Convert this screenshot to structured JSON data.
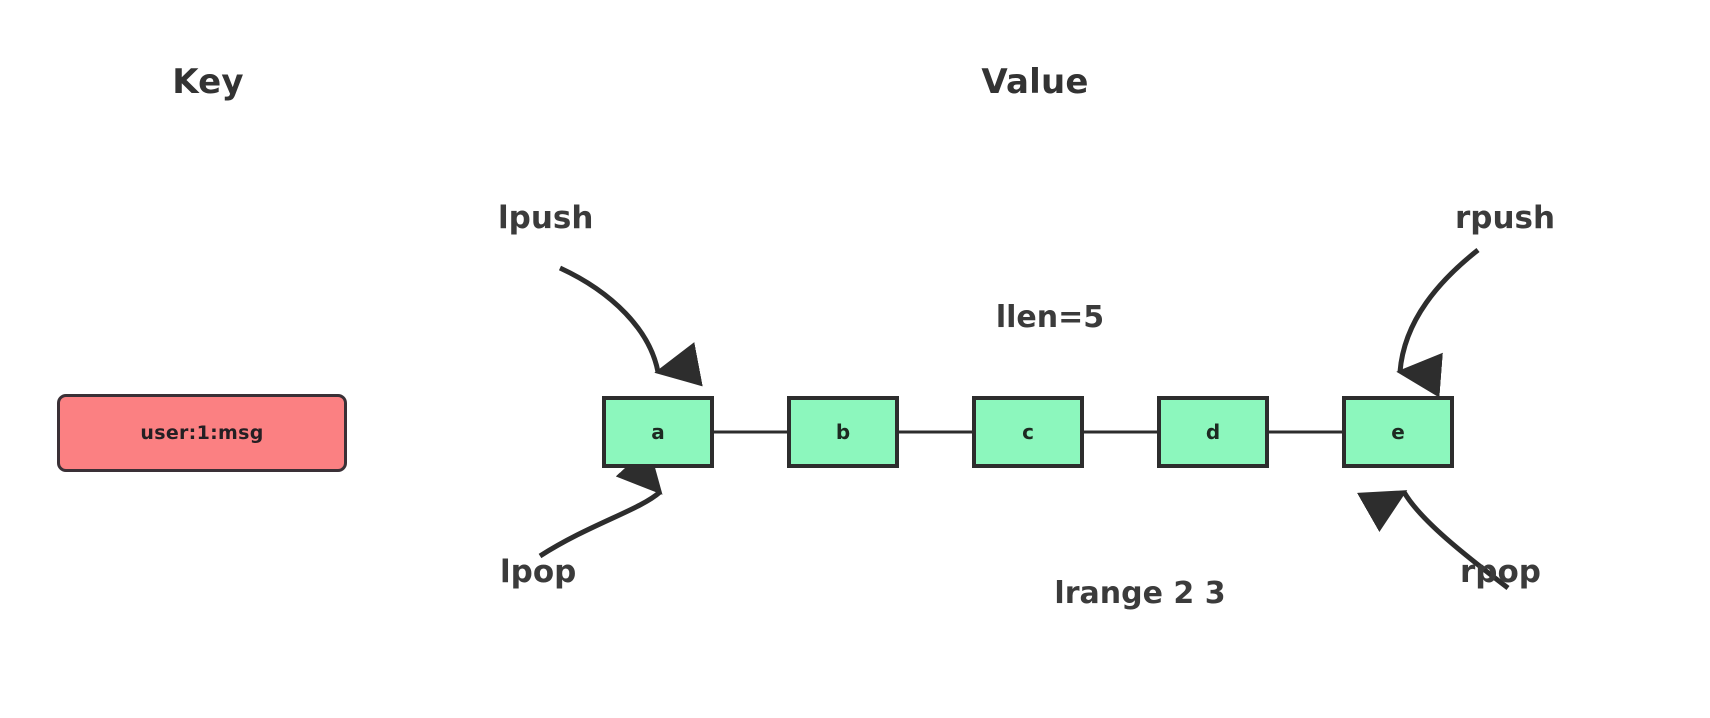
{
  "diagram": {
    "headers": {
      "key": "Key",
      "value": "Value"
    },
    "key_entry": {
      "label": "user:1:msg",
      "fill": "#fb8082",
      "stroke": "#3a3036"
    },
    "list": {
      "nodes": [
        {
          "label": "a"
        },
        {
          "label": "b"
        },
        {
          "label": "c"
        },
        {
          "label": "d"
        },
        {
          "label": "e"
        }
      ],
      "fill": "#8cf7bd",
      "stroke": "#2d2d2d"
    },
    "annotations": {
      "length": "llen=5",
      "range": "lrange 2 3"
    },
    "operations": {
      "lpush": "lpush",
      "rpush": "rpush",
      "lpop": "lpop",
      "rpop": "rpop"
    }
  }
}
